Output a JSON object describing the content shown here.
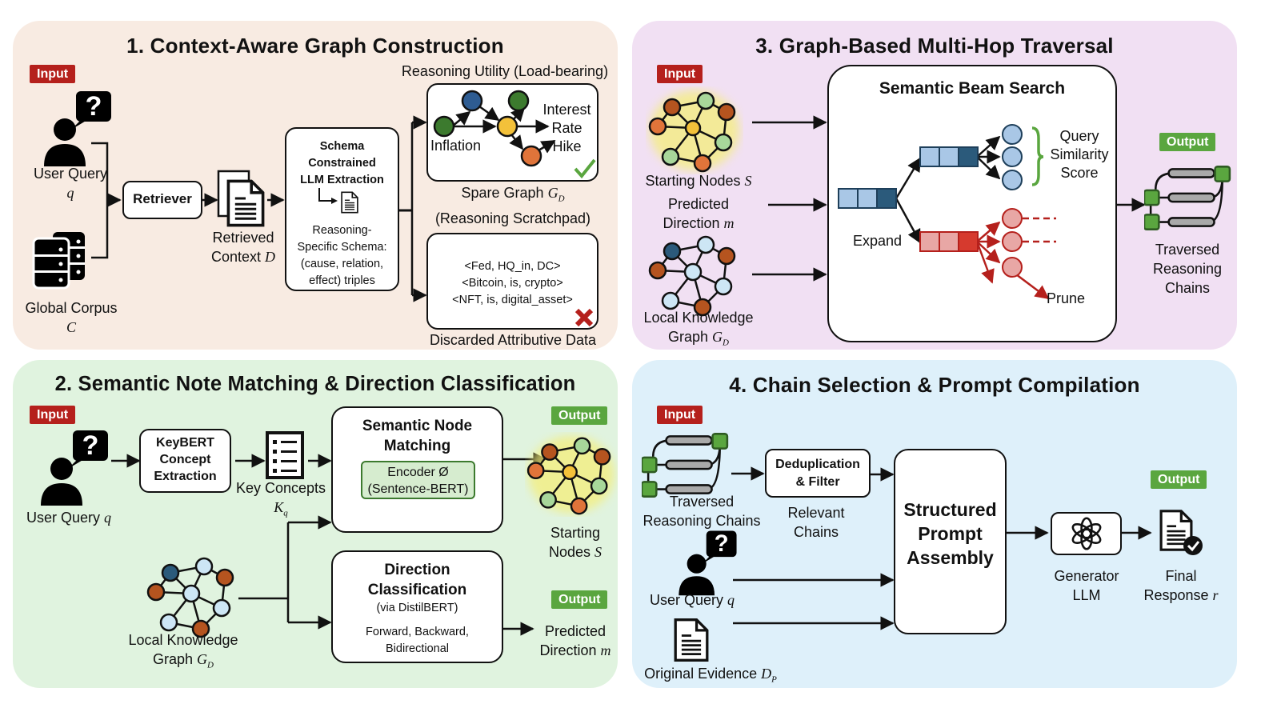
{
  "panels": {
    "p1": {
      "title": "1. Context-Aware Graph Construction",
      "input_badge": "Input",
      "user_query_label": "User Query",
      "user_query_var": "q",
      "corpus_label": "Global Corpus",
      "corpus_var": "C",
      "retriever_label": "Retriever",
      "retrieved_label": "Retrieved",
      "retrieved_label2": "Context",
      "retrieved_var": "D",
      "extraction_title": [
        "Schema",
        "Constrained",
        "LLM Extraction"
      ],
      "schema_text": [
        "Reasoning-",
        "Specific Schema:",
        "(cause, relation,",
        "effect) triples"
      ],
      "utility_caption": "Reasoning Utility (Load-bearing)",
      "graph_node_start": "Inflation",
      "graph_node_end": [
        "Interest",
        "Rate",
        "Hike"
      ],
      "sparse_graph_label": "Spare Graph",
      "sparse_graph_var": "G",
      "sparse_graph_sub": "D",
      "scratchpad_label": "(Reasoning Scratchpad)",
      "discarded_triples": [
        "<Fed, HQ_in, DC>",
        "<Bitcoin, is, crypto>",
        "<NFT, is, digital_asset>"
      ],
      "discarded_caption": "Discarded Attributive Data",
      "status_icons": {
        "accepted": "check-icon",
        "rejected": "cross-icon"
      }
    },
    "p2": {
      "title": "2. Semantic Note Matching & Direction Classification",
      "input_badge": "Input",
      "user_query_label": "User Query",
      "user_query_var": "q",
      "keybert_label": [
        "KeyBERT",
        "Concept",
        "Extraction"
      ],
      "key_concepts_label": "Key Concepts",
      "key_concepts_var": "K",
      "key_concepts_sub": "q",
      "lkg_label": "Local Knowledge",
      "lkg_label2": "Graph",
      "lkg_var": "G",
      "lkg_sub": "D",
      "snm_title": [
        "Semantic Node",
        "Matching"
      ],
      "encoder_label": [
        "Encoder Ø",
        "(Sentence-BERT)"
      ],
      "dc_title": [
        "Direction",
        "Classification"
      ],
      "dc_via": "(via DistilBERT)",
      "dc_options": [
        "Forward, Backward,",
        "Bidirectional"
      ],
      "output_badge": "Output",
      "starting_nodes_label": [
        "Starting",
        "Nodes"
      ],
      "starting_nodes_var": "S",
      "predicted_label": [
        "Predicted",
        "Direction"
      ],
      "predicted_var": "m"
    },
    "p3": {
      "title": "3. Graph-Based Multi-Hop Traversal",
      "input_badge": "Input",
      "starting_nodes_label": "Starting Nodes",
      "starting_nodes_var": "S",
      "predicted_label": [
        "Predicted",
        "Direction"
      ],
      "predicted_var": "m",
      "lkg_label": "Local Knowledge",
      "lkg_label2": "Graph",
      "lkg_var": "G",
      "lkg_sub": "D",
      "beam_title": "Semantic Beam Search",
      "expand_label": "Expand",
      "query_sim_label": [
        "Query",
        "Similarity",
        "Score"
      ],
      "prune_label": "Prune",
      "output_badge": "Output",
      "traversed_label": [
        "Traversed",
        "Reasoning",
        "Chains"
      ]
    },
    "p4": {
      "title": "4. Chain Selection & Prompt Compilation",
      "input_badge": "Input",
      "traversed_label": [
        "Traversed",
        "Reasoning Chains"
      ],
      "dedup_label": [
        "Deduplication",
        "& Filter"
      ],
      "relevant_label": [
        "Relevant",
        "Chains"
      ],
      "user_query_label": "User Query",
      "user_query_var": "q",
      "evidence_label": "Original Evidence",
      "evidence_var": "D",
      "evidence_sub": "P",
      "assembly_label": [
        "Structured",
        "Prompt",
        "Assembly"
      ],
      "generator_label": [
        "Generator",
        "LLM"
      ],
      "output_badge": "Output",
      "final_label": "Final",
      "final_label2": "Response",
      "final_var": "r"
    }
  },
  "colors": {
    "input_badge": "#b5201c",
    "output_badge": "#5aa63f",
    "panel1_bg": "#f8ebe2",
    "panel2_bg": "#e0f3df",
    "panel3_bg": "#f1e0f3",
    "panel4_bg": "#def0fa",
    "beam_keep": "#a9c7e6",
    "beam_keep_dark": "#2b5a7b",
    "beam_prune": "#e8a7a5",
    "beam_prune_dark": "#d63a2e",
    "prune_arrow": "#b5201c",
    "similarity_brace": "#5aa63f"
  }
}
